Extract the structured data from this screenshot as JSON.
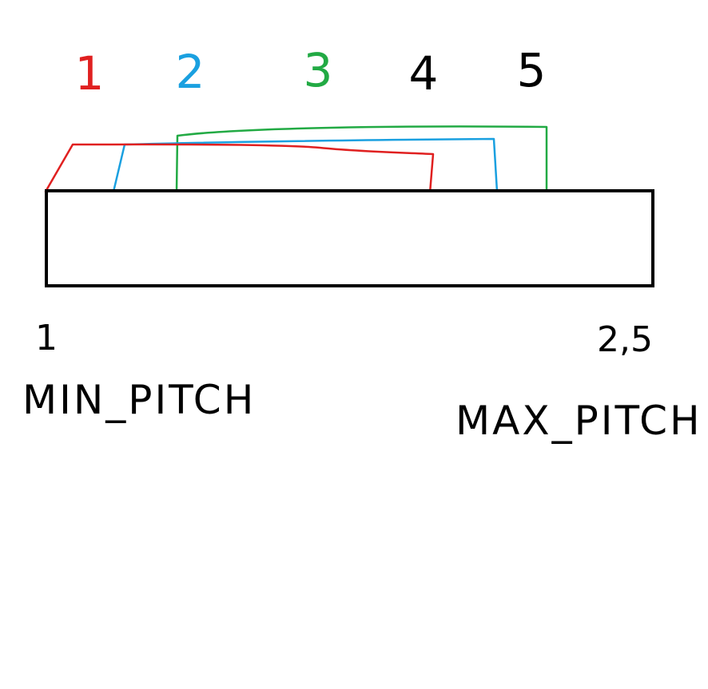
{
  "numbers": [
    {
      "label": "1",
      "color": "#e02020"
    },
    {
      "label": "2",
      "color": "#1aa0e0"
    },
    {
      "label": "3",
      "color": "#22aa44"
    },
    {
      "label": "4",
      "color": "#000000"
    },
    {
      "label": "5",
      "color": "#000000"
    }
  ],
  "left_end": {
    "value": "1",
    "label": "MIN_PITCH"
  },
  "right_end": {
    "value": "2,5",
    "label": "MAX_PITCH"
  },
  "brackets": [
    {
      "from": "1",
      "to": "4",
      "color": "#e02020"
    },
    {
      "from": "2",
      "to": "5",
      "color": "#1aa0e0"
    },
    {
      "from": "3",
      "to": "5",
      "color": "#22aa44"
    }
  ]
}
